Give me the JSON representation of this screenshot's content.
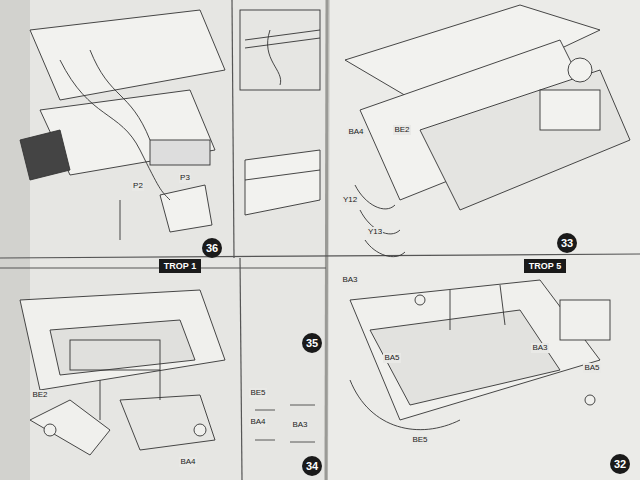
{
  "diagram": {
    "nodes": [
      {
        "text": [
          "33"
        ]
      },
      {
        "text": [
          "TROP 5"
        ]
      },
      {
        "text": [
          "36"
        ]
      },
      {
        "text": [
          "TROP 1"
        ]
      },
      {
        "text": [
          "35"
        ]
      },
      {
        "text": [
          "34"
        ]
      },
      {
        "text": [
          "32"
        ]
      }
    ],
    "labels": [
      "BA3",
      "BA4",
      "BE5",
      "BA5",
      "BE5",
      "BE2",
      "BA4",
      "P3",
      "P2",
      "Y13",
      "Y12",
      "BA3",
      "BA4",
      "BE2",
      "BA5",
      "BA3"
    ]
  }
}
